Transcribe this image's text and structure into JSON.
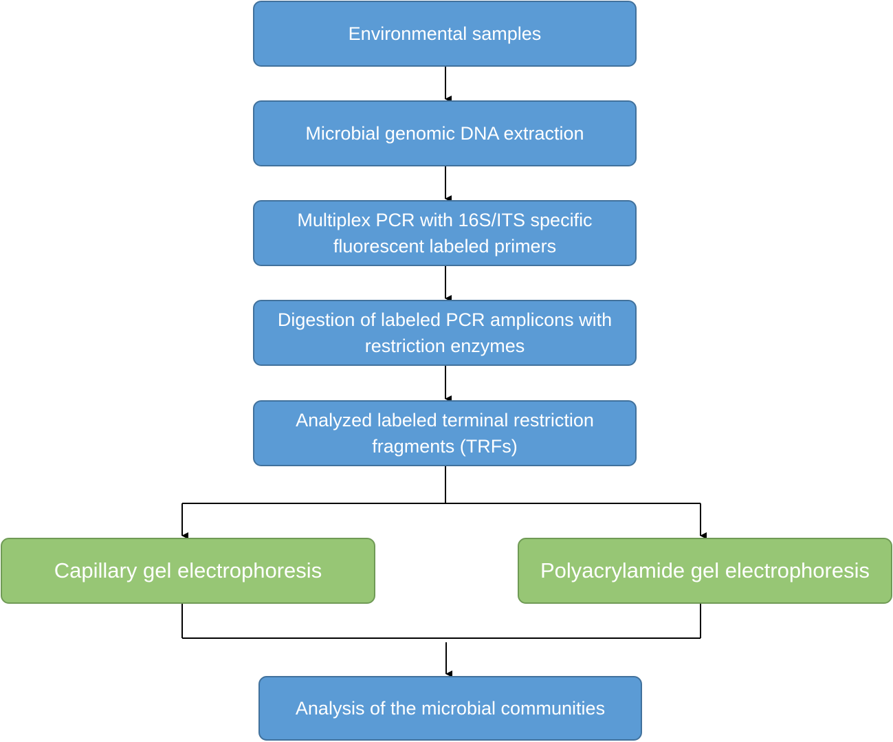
{
  "flowchart": {
    "steps": [
      {
        "label": "Environmental samples"
      },
      {
        "label": "Microbial genomic DNA extraction"
      },
      {
        "label": "Multiplex PCR with 16S/ITS specific fluorescent labeled primers"
      },
      {
        "label": "Digestion of labeled PCR amplicons with restriction enzymes"
      },
      {
        "label": "Analyzed labeled terminal restriction fragments (TRFs)"
      }
    ],
    "methods": [
      {
        "label": "Capillary gel electrophoresis"
      },
      {
        "label": "Polyacrylamide gel electrophoresis"
      }
    ],
    "final_step": {
      "label": "Analysis of the microbial communities"
    }
  },
  "colors": {
    "step_fill": "#5b9bd5",
    "step_border": "#41719c",
    "method_fill": "#97c675",
    "method_border": "#6f9a55",
    "connector": "#000000",
    "text": "#ffffff"
  }
}
